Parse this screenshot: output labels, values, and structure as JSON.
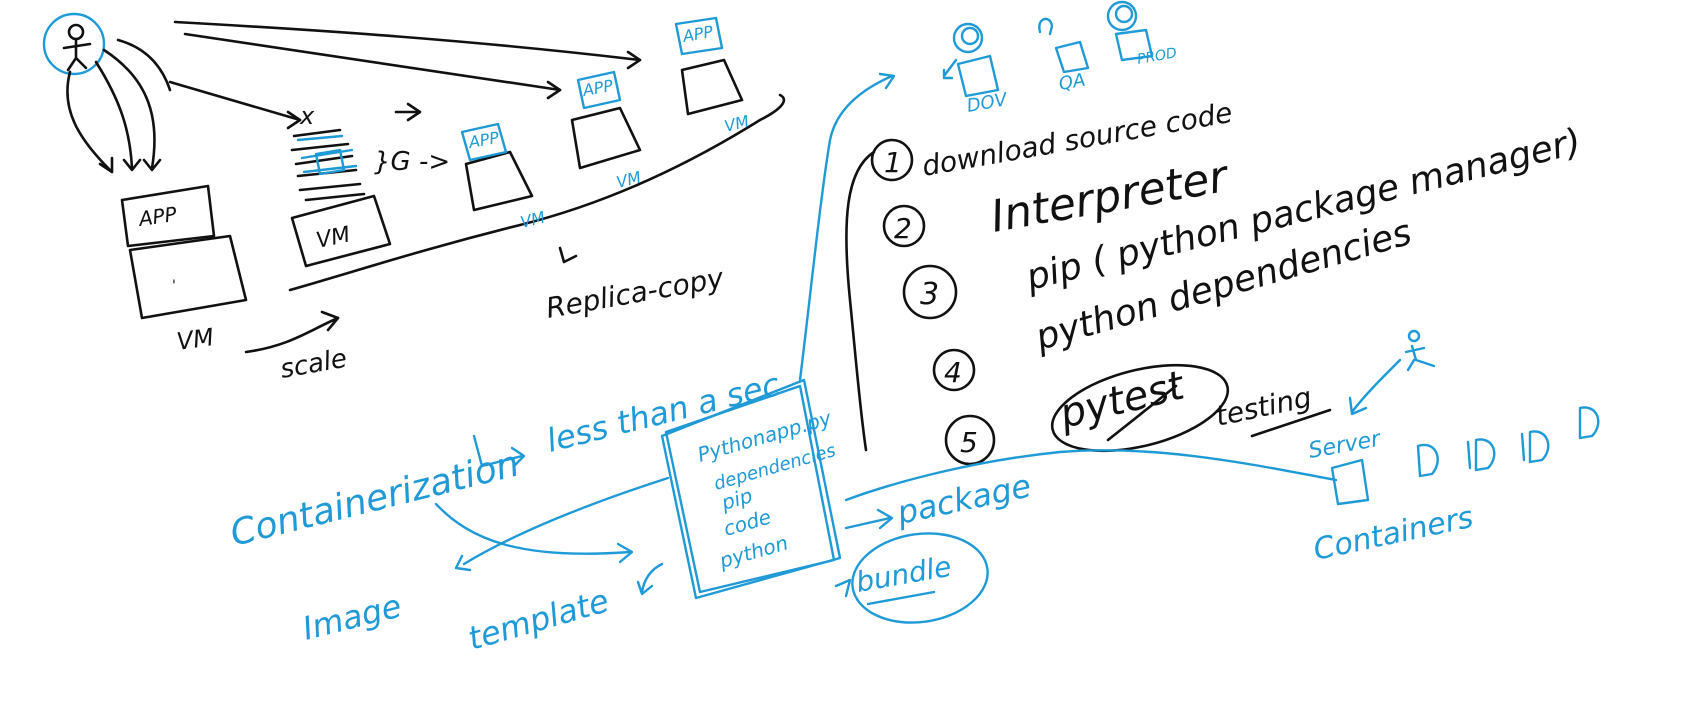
{
  "colors": {
    "black_ink": "#111111",
    "blue_ink": "#1f9ad6",
    "background": "#ffffff"
  },
  "left": {
    "app_label": "APP",
    "vm_label": "VM",
    "scale_label": "scale",
    "mid_vm_label": "VM",
    "cross_mark": "x",
    "stack_arrow": "}G ->",
    "replica_app_label": "APP",
    "replica_vm_label": "VM",
    "replica_copy_label": "Replica-copy"
  },
  "roles": {
    "dev": "DOV",
    "qa": "QA",
    "prod": "PROD",
    "app": "APP"
  },
  "steps": {
    "numbers": [
      "1",
      "2",
      "3",
      "4",
      "5"
    ],
    "items": [
      "download source code",
      "Interpreter",
      "pip ( python package manager)",
      "python dependencies",
      "pytest"
    ],
    "testing": "testing"
  },
  "blue": {
    "containerization": "Containerization",
    "less_than_sec": "less than a sec",
    "image": "Image",
    "template": "template",
    "package": "package",
    "bundle": "bundle",
    "box_lines": [
      "Pythonapp.py",
      "dependencies",
      "pip",
      "code",
      "python"
    ],
    "server": "Server",
    "containers": "Containers"
  }
}
